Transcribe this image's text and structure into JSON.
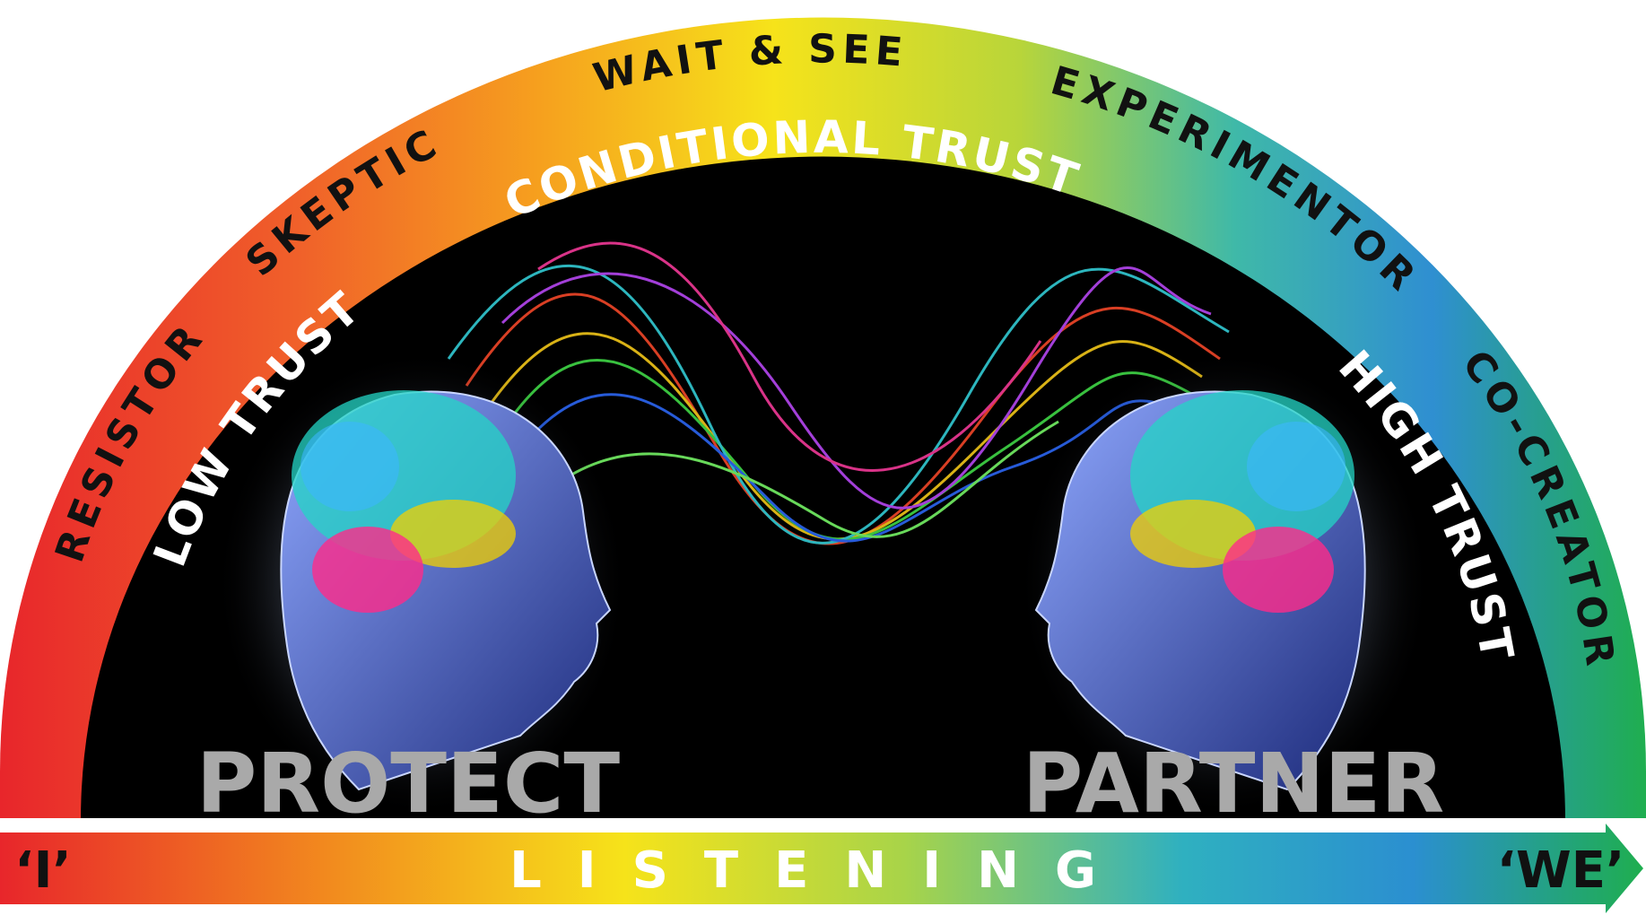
{
  "outer_ring": {
    "labels": [
      "RESISTOR",
      "SKEPTIC",
      "WAIT & SEE",
      "EXPERIMENTOR",
      "CO-CREATOR"
    ]
  },
  "inner_ring": {
    "low": "LOW TRUST",
    "middle": "CONDITIONAL TRUST",
    "high": "HIGH TRUST"
  },
  "heads": {
    "left_word": "PROTECT",
    "right_word": "PARTNER"
  },
  "arrow": {
    "left": "‘I’",
    "center": "LISTENING",
    "right": "‘WE’"
  },
  "colors": {
    "red": "#e8262b",
    "orange": "#f28a1e",
    "yellow": "#f6e31a",
    "green": "#37b44a",
    "teal": "#1aa7a6",
    "blue": "#2f8fd1",
    "background": "#000000"
  }
}
